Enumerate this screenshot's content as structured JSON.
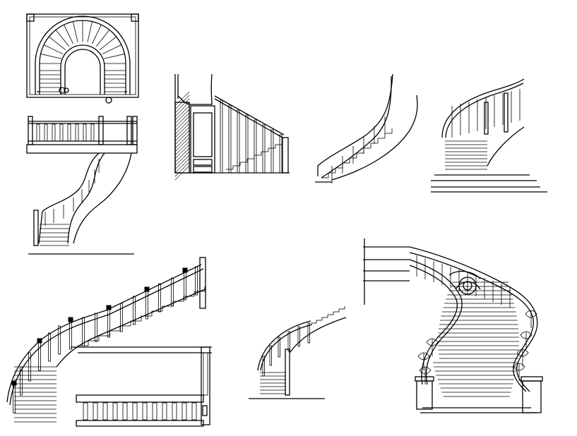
{
  "drawing": {
    "background": "#ffffff",
    "line_color": "#000000",
    "views": [
      {
        "id": "spiral-stair-plan"
      },
      {
        "id": "curved-stair-elevation-left"
      },
      {
        "id": "stair-section-with-cabinet"
      },
      {
        "id": "curved-handrail-elevation"
      },
      {
        "id": "curved-stair-elevation-top-right"
      },
      {
        "id": "grand-curved-stair-elevation"
      },
      {
        "id": "small-curved-stair-elevation"
      },
      {
        "id": "sweeping-double-curved-stair"
      }
    ]
  }
}
